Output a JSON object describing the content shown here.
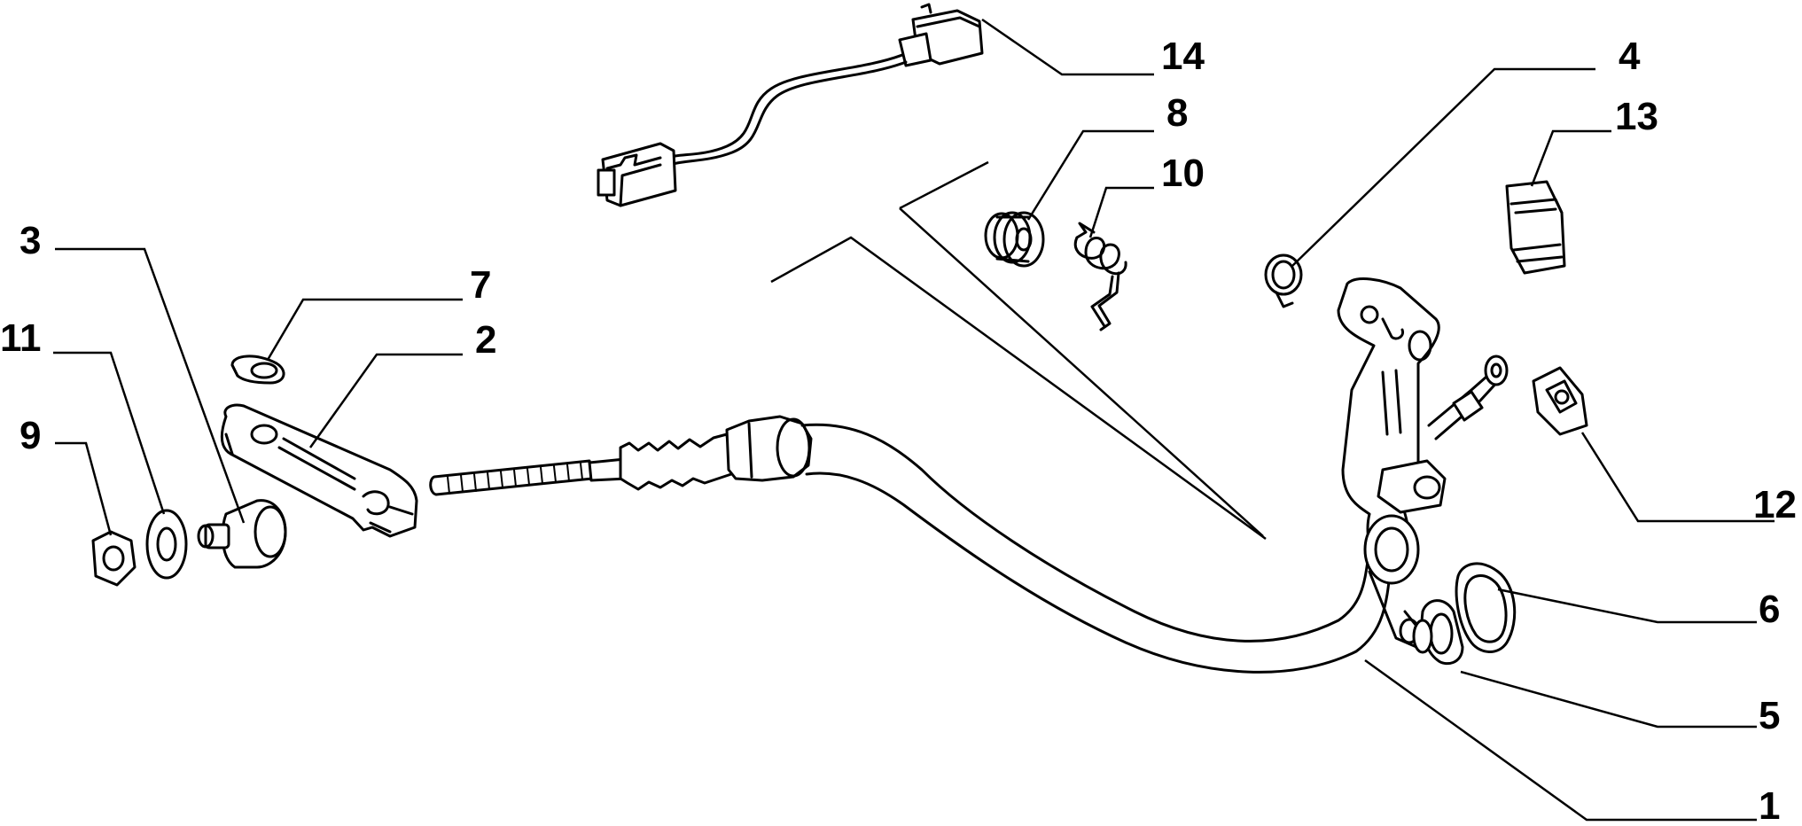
{
  "diagram": {
    "background": "#ffffff",
    "ink_color": "#000000",
    "callouts": [
      {
        "number": "1",
        "part": "clutch-cable"
      },
      {
        "number": "2",
        "part": "release-lever"
      },
      {
        "number": "3",
        "part": "cable-bushing"
      },
      {
        "number": "4",
        "part": "hose-clip"
      },
      {
        "number": "5",
        "part": "seal-plate"
      },
      {
        "number": "6",
        "part": "gasket"
      },
      {
        "number": "7",
        "part": "retaining-clip"
      },
      {
        "number": "8",
        "part": "rubber-boot"
      },
      {
        "number": "9",
        "part": "nut"
      },
      {
        "number": "10",
        "part": "return-spring"
      },
      {
        "number": "11",
        "part": "washer"
      },
      {
        "number": "12",
        "part": "bracket-clip"
      },
      {
        "number": "13",
        "part": "spring-clip"
      },
      {
        "number": "14",
        "part": "micro-switch"
      }
    ]
  }
}
